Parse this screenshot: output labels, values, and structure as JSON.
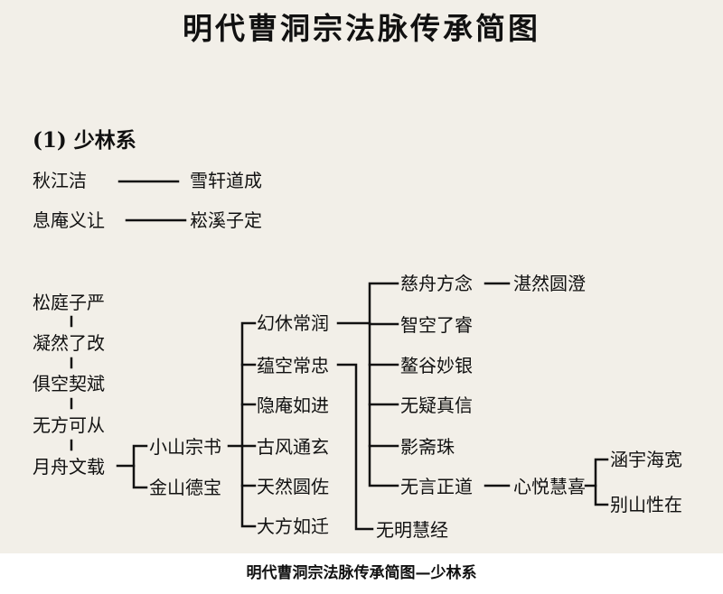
{
  "title": "明代曹洞宗法脉传承简图",
  "section_heading": "(1) 少林系",
  "caption": "明代曹洞宗法脉传承简图—少林系",
  "pairs": [
    {
      "from": "秋江洁",
      "to": "雪轩道成"
    },
    {
      "from": "息庵义让",
      "to": "崧溪子定"
    }
  ],
  "lineage_chain": [
    "松庭子严",
    "凝然了改",
    "俱空契斌",
    "无方可从",
    "月舟文载"
  ],
  "level2": [
    "小山宗书",
    "金山德宝"
  ],
  "level3": [
    "幻休常润",
    "蕴空常忠",
    "隐庵如进",
    "古风通玄",
    "天然圆佐",
    "大方如迁"
  ],
  "level4_under_huanxiu": [
    "慈舟方念",
    "智空了睿",
    "鳌谷妙银",
    "无疑真信",
    "影斋珠",
    "无言正道"
  ],
  "under_yunkong": "无明慧经",
  "cizhou_successor": "湛然圆澄",
  "wuyan_successor": "心悦慧喜",
  "xinyue_successors": [
    "涵宇海宽",
    "别山性在"
  ]
}
